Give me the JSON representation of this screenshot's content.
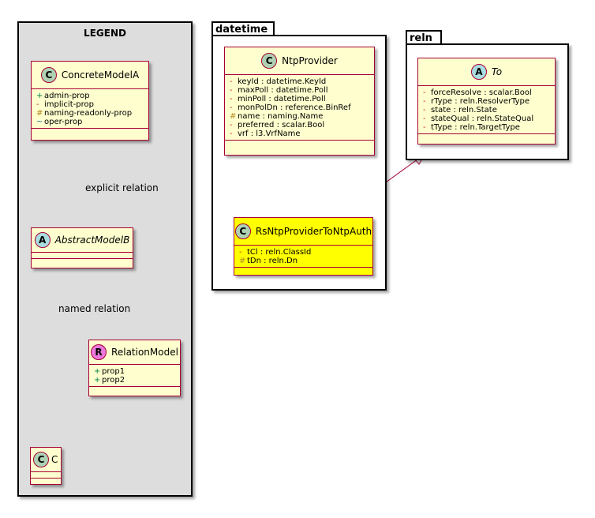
{
  "legend": {
    "title": "LEGEND",
    "concrete_model": {
      "name": "ConcreteModelA",
      "stereotype_letter": "C",
      "attributes": [
        {
          "visibility": "+",
          "text": "admin-prop"
        },
        {
          "visibility": "-",
          "text": "implicit-prop"
        },
        {
          "visibility": "#",
          "text": "naming-readonly-prop"
        },
        {
          "visibility": "~",
          "text": "oper-prop"
        }
      ]
    },
    "abstract_model": {
      "name": "AbstractModelB",
      "stereotype_letter": "A"
    },
    "relation_model": {
      "name": "RelationModel",
      "stereotype_letter": "R",
      "attributes": [
        {
          "visibility": "+",
          "text": "prop1"
        },
        {
          "visibility": "+",
          "text": "prop2"
        }
      ]
    },
    "c_model": {
      "name": "C",
      "stereotype_letter": "C"
    },
    "explicit_relation_label": "explicit relation",
    "named_relation_label": "named relation"
  },
  "datetime_package": {
    "name": "datetime",
    "ntp_provider": {
      "name": "NtpProvider",
      "stereotype_letter": "C",
      "attributes": [
        {
          "visibility": "-",
          "text": "keyId : datetime.KeyId"
        },
        {
          "visibility": "-",
          "text": "maxPoll : datetime.Poll"
        },
        {
          "visibility": "-",
          "text": "minPoll : datetime.Poll"
        },
        {
          "visibility": "-",
          "text": "monPolDn : reference.BinRef"
        },
        {
          "visibility": "#",
          "text": "name : naming.Name"
        },
        {
          "visibility": "-",
          "text": "preferred : scalar.Bool"
        },
        {
          "visibility": "-",
          "text": "vrf : l3.VrfName"
        }
      ]
    },
    "rs_ntp_provider": {
      "name": "RsNtpProviderToNtpAuth",
      "stereotype_letter": "C",
      "attributes": [
        {
          "visibility": "-",
          "text": "tCl : reln.ClassId"
        },
        {
          "visibility": "#",
          "text": "tDn : reln.Dn"
        }
      ]
    }
  },
  "reln_package": {
    "name": "reln",
    "to_class": {
      "name": "To",
      "stereotype_letter": "A",
      "attributes": [
        {
          "visibility": "-",
          "text": "forceResolve : scalar.Bool"
        },
        {
          "visibility": "-",
          "text": "rType : reln.ResolverType"
        },
        {
          "visibility": "-",
          "text": "state : reln.State"
        },
        {
          "visibility": "-",
          "text": "stateQual : reln.StateQual"
        },
        {
          "visibility": "-",
          "text": "tType : reln.TargetType"
        }
      ]
    }
  },
  "colors": {
    "class_fill": "#FEFECE",
    "class_border": "#A80036",
    "highlight_fill": "#FFFF00",
    "legend_fill": "#DDDDDD",
    "badge_class": "#ADD1B2",
    "badge_abstract": "#A9DCDF",
    "badge_relation": "#EB78DC"
  }
}
